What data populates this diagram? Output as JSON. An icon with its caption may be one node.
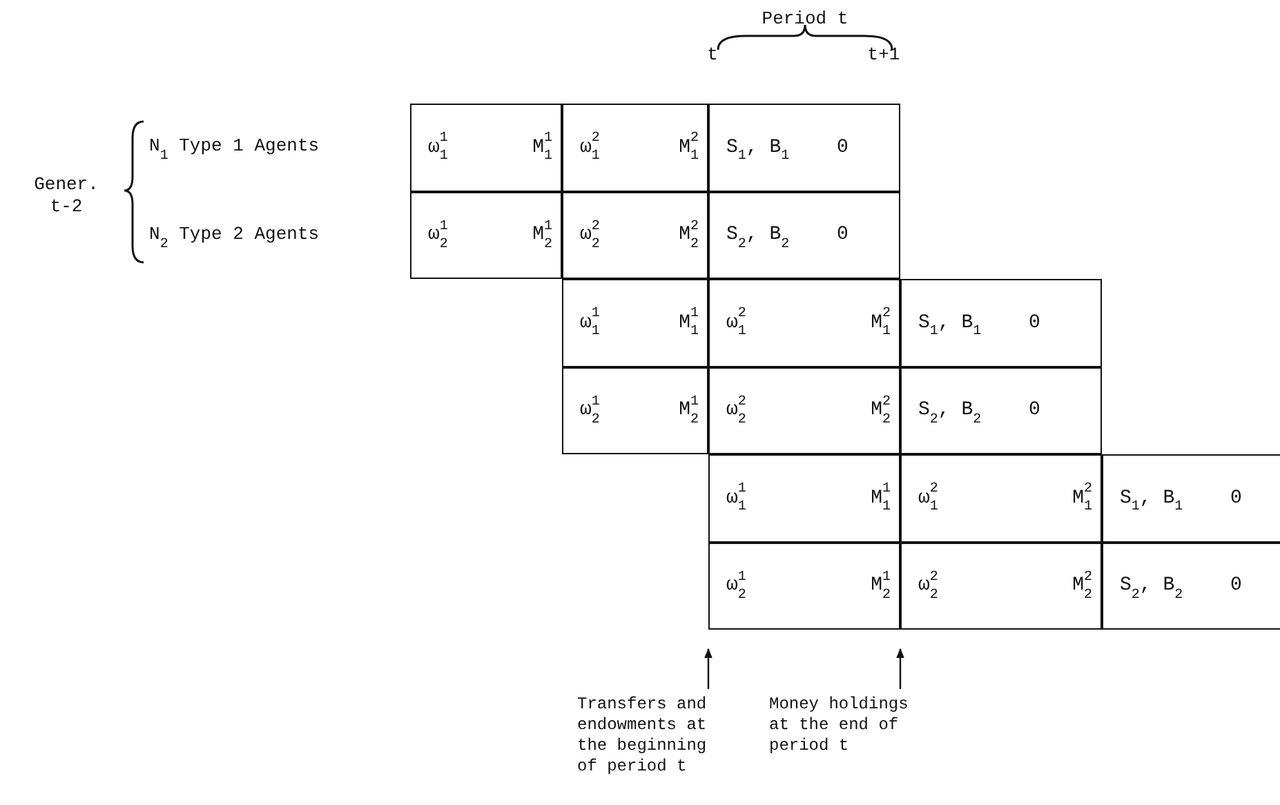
{
  "diagram": {
    "nodes": [
      {
        "text": [
          "ω$^{1}$$_{1}$",
          "M$^{1}$$_{1}$"
        ]
      },
      {
        "text": [
          "ω$^{2}$$_{1}$",
          "M$^{2}$$_{1}$"
        ]
      },
      {
        "text": [
          "S$_{1}$, B$_{1}$",
          "0"
        ]
      },
      {
        "text": [
          "ω$^{1}$$_{2}$",
          "M$^{1}$$_{2}$"
        ]
      },
      {
        "text": [
          "ω$^{2}$$_{2}$",
          "M$^{2}$$_{2}$"
        ]
      },
      {
        "text": [
          "S$_{2}$, B$_{2}$",
          "0"
        ]
      },
      {
        "text": [
          "ω$^{1}$$_{1}$",
          "M$^{1}$$_{1}$"
        ]
      },
      {
        "text": [
          "ω$^{2}$$_{1}$",
          "M$^{2}$$_{1}$"
        ]
      },
      {
        "text": [
          "S$_{1}$, B$_{1}$",
          "0"
        ]
      },
      {
        "text": [
          "ω$^{1}$$_{2}$",
          "M$^{1}$$_{2}$"
        ]
      },
      {
        "text": [
          "ω$^{2}$$_{2}$",
          "M$^{2}$$_{2}$"
        ]
      },
      {
        "text": [
          "S$_{2}$, B$_{2}$",
          "0"
        ]
      },
      {
        "text": [
          "ω$^{1}$$_{1}$",
          "M$^{1}$$_{1}$"
        ]
      },
      {
        "text": [
          "ω$^{2}$$_{1}$",
          "M$^{2}$$_{1}$"
        ]
      },
      {
        "text": [
          "S$_{1}$, B$_{1}$",
          "0"
        ]
      },
      {
        "text": [
          "ω$^{1}$$_{2}$",
          "M$^{1}$$_{2}$"
        ]
      },
      {
        "text": [
          "ω$^{2}$$_{2}$",
          "M$^{2}$$_{2}$"
        ]
      },
      {
        "text": [
          "S$_{2}$, B$_{2}$",
          "0"
        ]
      },
      {
        "text": [
          "Transfers and endowments at the beginning of period t"
        ]
      },
      {
        "text": [
          "Money holdings at the end of period t"
        ]
      }
    ],
    "edges": [
      {
        "from": 18,
        "to": 15,
        "arrow": "to"
      },
      {
        "from": 19,
        "to": 15,
        "arrow": "to"
      }
    ],
    "labels": [
      "Period t",
      "t",
      "t+1",
      "Gener. t-2",
      "N$_{1}$ Type 1 Agents",
      "N$_{2}$ Type 2 Agents"
    ]
  }
}
